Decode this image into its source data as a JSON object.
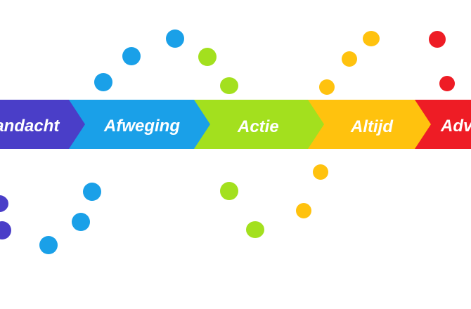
{
  "stages": [
    {
      "label": "Aandacht",
      "color": "#4a3ec8"
    },
    {
      "label": "Afweging",
      "color": "#1aa0e8"
    },
    {
      "label": "Actie",
      "color": "#a3e01e"
    },
    {
      "label": "Altijd",
      "color": "#ffc20e"
    },
    {
      "label": "Advies",
      "color": "#ee1c25"
    }
  ],
  "dot_colors": {
    "purple": "#4a3ec8",
    "blue": "#1aa0e8",
    "green": "#a3e01e",
    "yellow": "#ffc20e",
    "red": "#ee1c25"
  }
}
